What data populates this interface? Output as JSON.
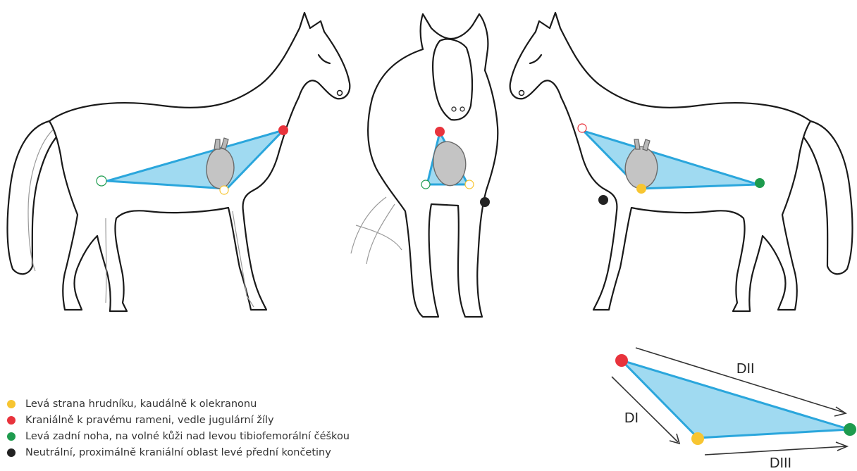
{
  "colors": {
    "yellow": "#f7c531",
    "red": "#e8333c",
    "green": "#1e9b4e",
    "black": "#222222",
    "triangle_fill": "#8fd3ef",
    "triangle_stroke": "#2aa6dc"
  },
  "legend": [
    {
      "color": "#f7c531",
      "text": "Levá strana hrudníku, kaudálně k olekranonu"
    },
    {
      "color": "#e8333c",
      "text": "Kraniálně k pravému rameni, vedle jugulární žíly"
    },
    {
      "color": "#1e9b4e",
      "text": "Levá zadní noha, na volné kůži nad levou tibiofemorální čéškou"
    },
    {
      "color": "#222222",
      "text": "Neutrální, proximálně kraniální oblast levé přední končetiny"
    }
  ],
  "leads": {
    "d1": "DI",
    "d2": "DII",
    "d3": "DIII"
  },
  "views": [
    "left-lateral",
    "frontal",
    "right-lateral"
  ]
}
